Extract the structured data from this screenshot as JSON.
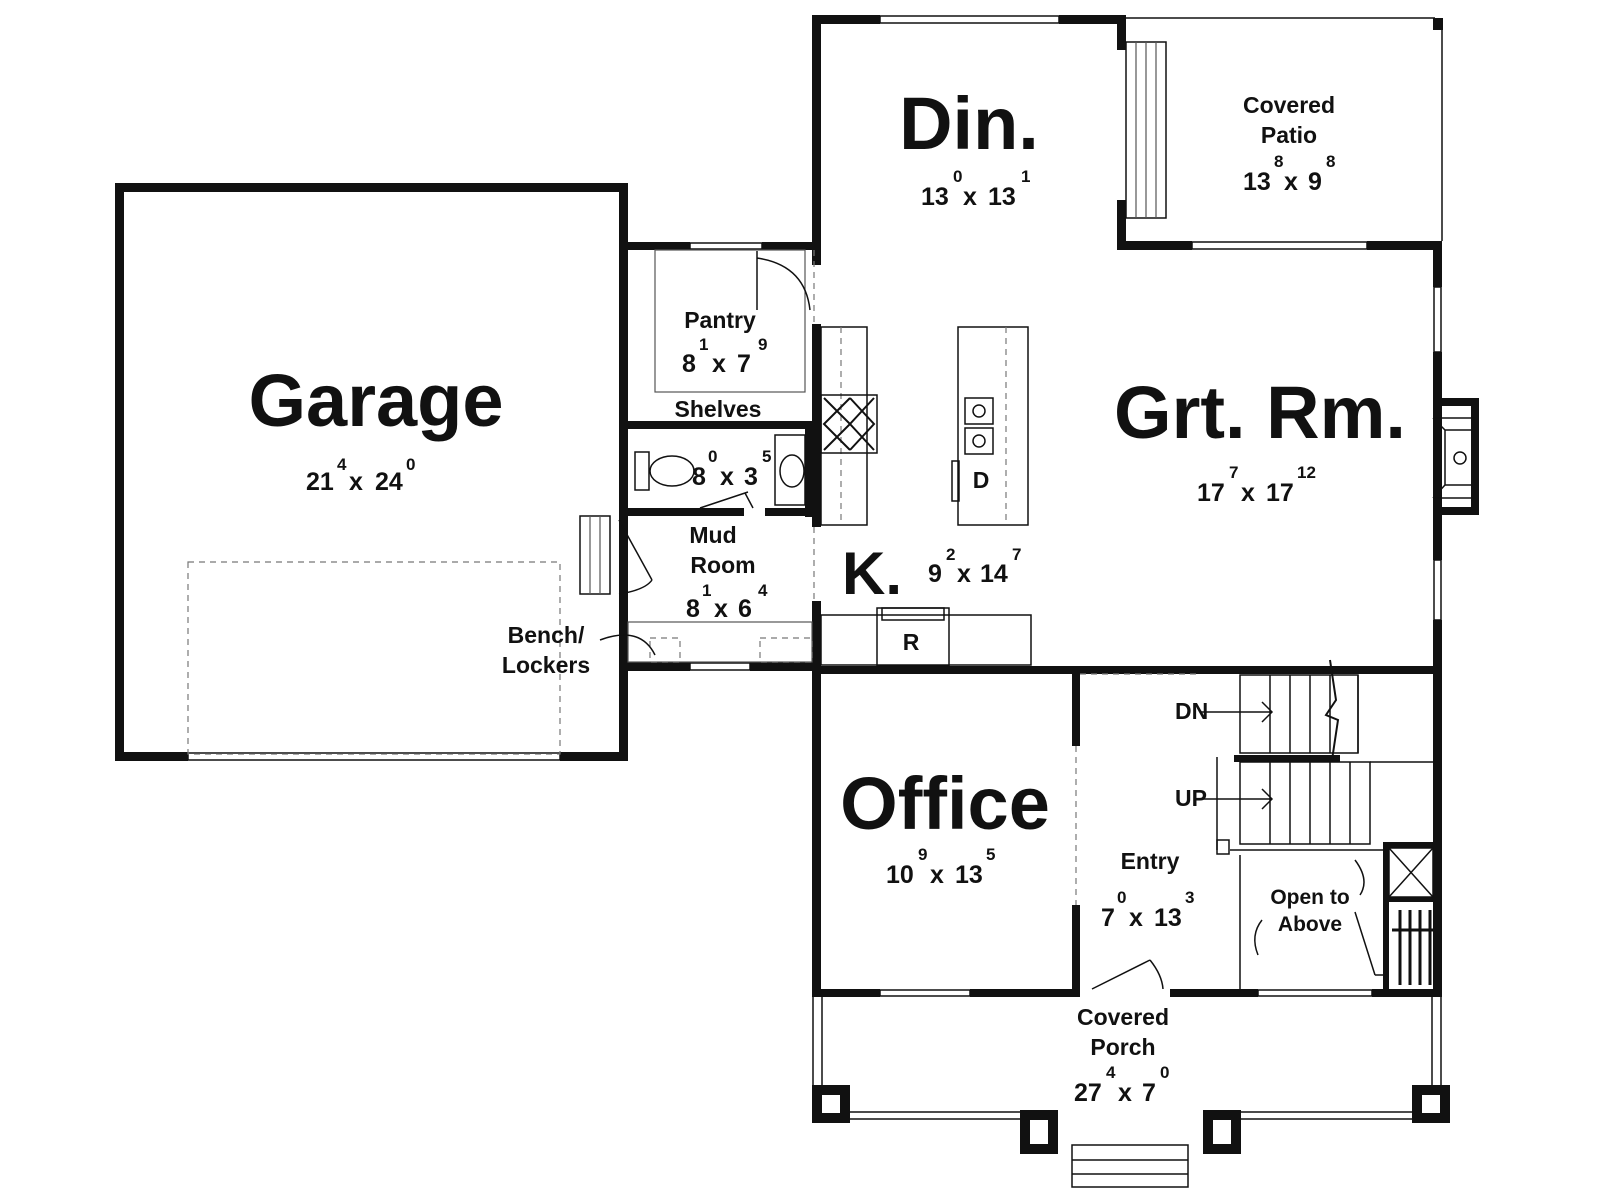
{
  "rooms": {
    "garage": {
      "name": "Garage",
      "w": "21",
      "w_in": "4",
      "h": "24",
      "h_in": "0"
    },
    "pantry": {
      "name": "Pantry",
      "w": "8",
      "w_in": "1",
      "h": "7",
      "h_in": "9"
    },
    "shelves": {
      "name": "Shelves"
    },
    "bath": {
      "w": "8",
      "w_in": "0",
      "h": "3",
      "h_in": "5"
    },
    "mud": {
      "name_line1": "Mud",
      "name_line2": "Room",
      "w": "8",
      "w_in": "1",
      "h": "6",
      "h_in": "4"
    },
    "bench": {
      "line1": "Bench/",
      "line2": "Lockers"
    },
    "dining": {
      "name": "Din.",
      "w": "13",
      "w_in": "0",
      "h": "13",
      "h_in": "1"
    },
    "patio": {
      "name_line1": "Covered",
      "name_line2": "Patio",
      "w": "13",
      "w_in": "8",
      "h": "9",
      "h_in": "8"
    },
    "great": {
      "name": "Grt. Rm.",
      "w": "17",
      "w_in": "7",
      "h": "17",
      "h_in": "12"
    },
    "kitchen": {
      "name": "K.",
      "w": "9",
      "w_in": "2",
      "h": "14",
      "h_in": "7"
    },
    "office": {
      "name": "Office",
      "w": "10",
      "w_in": "9",
      "h": "13",
      "h_in": "5"
    },
    "entry": {
      "name": "Entry",
      "w": "7",
      "w_in": "0",
      "h": "13",
      "h_in": "3"
    },
    "porch": {
      "name_line1": "Covered",
      "name_line2": "Porch",
      "w": "27",
      "w_in": "4",
      "h": "7",
      "h_in": "0"
    }
  },
  "labels": {
    "dn": "DN",
    "up": "UP",
    "open1": "Open to",
    "open2": "Above",
    "dishwasher": "D",
    "refrigerator": "R",
    "times": "x"
  }
}
